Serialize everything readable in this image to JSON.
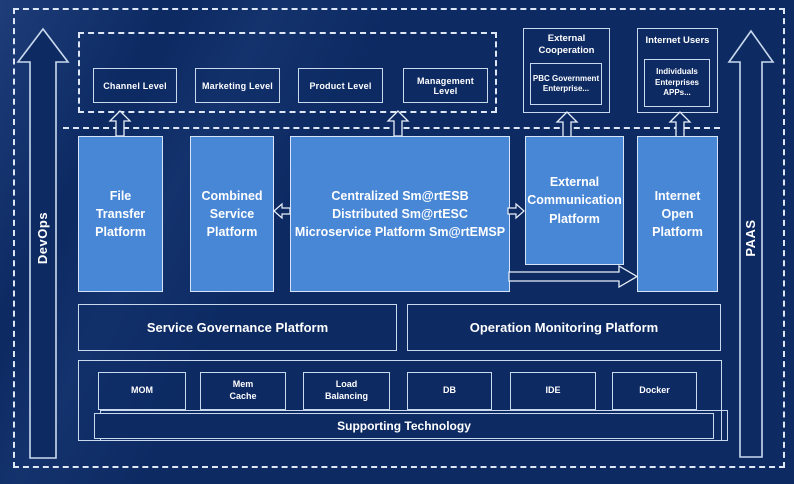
{
  "colors": {
    "background": "#0d2a63",
    "panel_blue": "#4886d6",
    "line_light": "#c9d9ee",
    "dash_white": "#dde7f5",
    "text": "#ffffff"
  },
  "rails": {
    "left_label": "DevOps",
    "right_label": "PAAS"
  },
  "top_band": {
    "levels": [
      {
        "label": "Channel Level"
      },
      {
        "label": "Marketing Level"
      },
      {
        "label": "Product Level"
      },
      {
        "label": "Management Level"
      }
    ]
  },
  "external_cooperation": {
    "title": "External\nCooperation",
    "members": "PBC Government\nEnterprise..."
  },
  "internet_users": {
    "title": "Internet Users",
    "members": "Individuals\nEnterprises\nAPPs..."
  },
  "platform_row": {
    "file_transfer": "File\nTransfer\nPlatform",
    "combined_service": "Combined\nService\nPlatform",
    "central_esb": "Centralized Sm@rtESB\nDistributed Sm@rtESC\nMicroservice Platform Sm@rtEMSP",
    "external_communication": "External\nCommunication\nPlatform",
    "internet_open": "Internet\nOpen\nPlatform"
  },
  "governance_row": {
    "service_governance": "Service Governance Platform",
    "operation_monitoring": "Operation Monitoring Platform"
  },
  "supporting": {
    "title": "Supporting Technology",
    "techs": [
      {
        "label": "MOM"
      },
      {
        "label": "Mem\nCache"
      },
      {
        "label": "Load\nBalancing"
      },
      {
        "label": "DB"
      },
      {
        "label": "IDE"
      },
      {
        "label": "Docker"
      }
    ]
  }
}
